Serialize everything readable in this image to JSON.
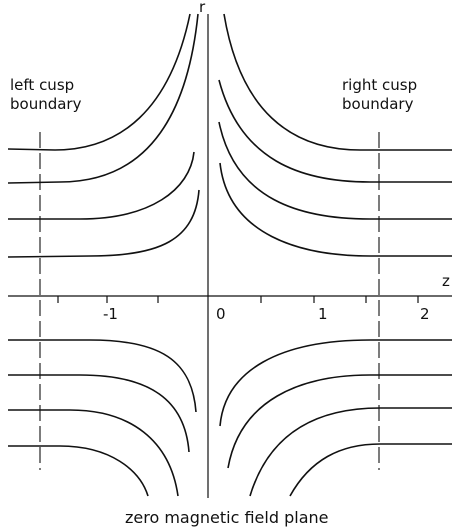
{
  "labels": {
    "left_cusp": [
      "left cusp",
      "boundary"
    ],
    "right_cusp": [
      "right cusp",
      "boundary"
    ],
    "r_axis": "r",
    "z_axis": "z",
    "bottom": "zero magnetic field plane"
  },
  "ticks": {
    "z": [
      "-1",
      "0",
      "1",
      "2"
    ]
  },
  "colors": {
    "line": "#111111",
    "background": "#ffffff"
  }
}
